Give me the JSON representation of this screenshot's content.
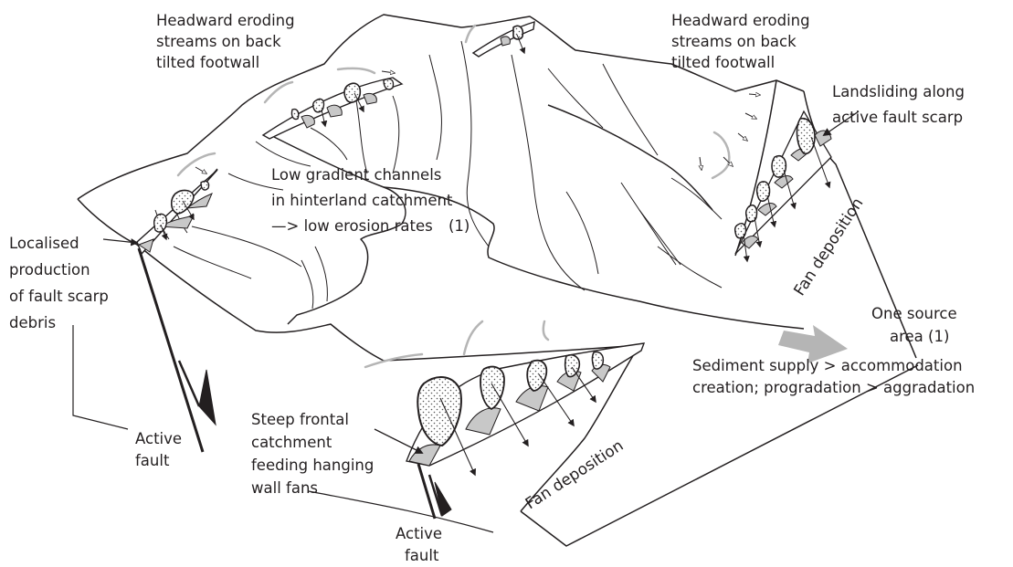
{
  "labels": {
    "headward_left": [
      "Headward eroding",
      "streams on back",
      "tilted footwall"
    ],
    "headward_right": [
      "Headward eroding",
      "streams on back",
      "tilted footwall"
    ],
    "landsliding": [
      "Landsliding along",
      "active fault scarp"
    ],
    "low_gradient": [
      "Low gradient channels",
      "in hinterland catchment",
      "—> low erosion rates",
      "(1)"
    ],
    "localised": [
      "Localised",
      "production",
      "of fault scarp",
      "debris"
    ],
    "fan_deposition_right": "Fan deposition",
    "fan_deposition_front": "Fan deposition",
    "one_source": [
      "One source",
      "area (1)"
    ],
    "sediment_supply": [
      "Sediment supply > accommodation",
      "creation; progradation > aggradation"
    ],
    "active_fault_left": [
      "Active",
      "fault"
    ],
    "active_fault_front": [
      "Active",
      "fault"
    ],
    "steep_frontal": [
      "Steep frontal",
      "catchment",
      "feeding hanging",
      "wall fans"
    ]
  },
  "colors": {
    "ink": "#231f20",
    "fan_fill": "#c8c8c8",
    "arrow_gray": "#b5b5b5"
  }
}
